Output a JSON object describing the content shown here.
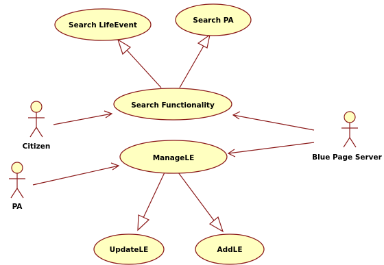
{
  "diagram": {
    "use_cases": {
      "search_lifeevent": "Search LifeEvent",
      "search_pa": "Search PA",
      "search_functionality": "Search Functionality",
      "managele": "ManageLE",
      "updatele": "UpdateLE",
      "addle": "AddLE"
    },
    "actors": {
      "citizen": "Citizen",
      "pa": "PA",
      "blue_page_server": "Blue Page Server"
    },
    "colors": {
      "usecase_fill": "#ffffc0",
      "line": "#8b1a1a"
    }
  }
}
